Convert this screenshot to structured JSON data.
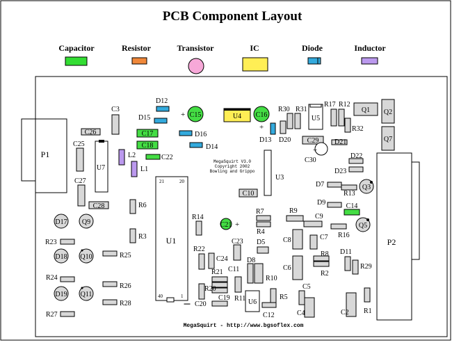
{
  "title": "PCB Component Layout",
  "colors": {
    "capacitor": "#33dd33",
    "resistor": "#f0883a",
    "transistor": "#f7a8d8",
    "ic": "#ffee55",
    "diode": "#33aadd",
    "inductor": "#bb99ee",
    "chip": "#d8d8d8",
    "greenCap": "#44dd44"
  },
  "legend": [
    {
      "label": "Capacitor",
      "shape": "rect",
      "color": "capacitor"
    },
    {
      "label": "Resistor",
      "shape": "rect",
      "color": "resistor"
    },
    {
      "label": "Transistor",
      "shape": "circle",
      "color": "transistor"
    },
    {
      "label": "IC",
      "shape": "rect",
      "color": "ic"
    },
    {
      "label": "Diode",
      "shape": "rect",
      "color": "diode"
    },
    {
      "label": "Inductor",
      "shape": "rect",
      "color": "inductor"
    }
  ],
  "board": {
    "silkscreen": [
      "MegaSquirt V3.0",
      "Copyright 2002",
      "Bowling and Grippo"
    ],
    "footer": "MegaSquirt - http://www.bgsoflex.com",
    "u1_pins": {
      "top_left": "21",
      "top_right": "20",
      "bottom_left": "40",
      "bottom_right": "1"
    }
  },
  "components": {
    "connectors": [
      "P1",
      "P2"
    ],
    "ics": [
      "U1",
      "U3",
      "U4",
      "U5",
      "U6",
      "U7"
    ],
    "capacitors": [
      "C2",
      "C3",
      "C4",
      "C5",
      "C6",
      "C7",
      "C8",
      "C9",
      "C10",
      "C11",
      "C12",
      "C14",
      "C15",
      "C16",
      "C17",
      "C18",
      "C19",
      "C20",
      "C21",
      "C22",
      "C23",
      "C24",
      "C25",
      "C26",
      "C27",
      "C28",
      "C29",
      "C30"
    ],
    "resistors": [
      "R1",
      "R2",
      "R3",
      "R4",
      "R5",
      "R6",
      "R7",
      "R8",
      "R9",
      "R10",
      "R11",
      "R12",
      "R13",
      "R14",
      "R16",
      "R17",
      "R20",
      "R21",
      "R22",
      "R23",
      "R24",
      "R25",
      "R26",
      "R27",
      "R28",
      "R29",
      "R30",
      "R31",
      "R32"
    ],
    "diodes": [
      "D5",
      "D7",
      "D8",
      "D9",
      "D11",
      "D12",
      "D13",
      "D14",
      "D15",
      "D16",
      "D17",
      "D18",
      "D19",
      "D20",
      "D21",
      "D22",
      "D23"
    ],
    "transistors": [
      "Q1",
      "Q2",
      "Q3",
      "Q5",
      "Q7",
      "Q9",
      "Q10",
      "Q11"
    ],
    "inductors": [
      "L1",
      "L2"
    ]
  }
}
